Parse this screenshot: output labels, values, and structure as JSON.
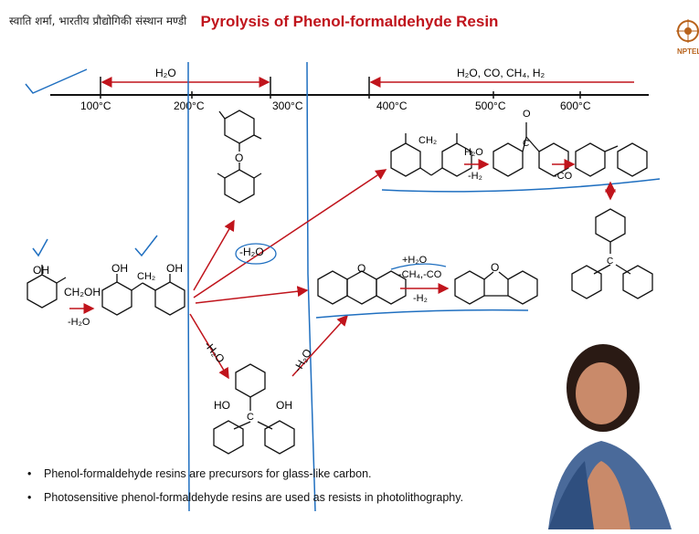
{
  "header": {
    "hindi_text": "स्वाति शर्मा, भारतीय प्रौद्योगिकी संस्थान मण्डी",
    "title": "Pyrolysis of Phenol-formaldehyde Resin",
    "logo_text": "NPTEL"
  },
  "temperature_axis": {
    "ticks": [
      "100°C",
      "200°C",
      "300°C",
      "400°C",
      "500°C",
      "600°C"
    ],
    "range1_label": "H₂O",
    "range2_label": "H₂O, CO, CH₄, H₂"
  },
  "molecules": {
    "phenol_oh": "OH",
    "ch2oh": "CH₂OH",
    "minus_h2o": "-H₂O",
    "dimer_oh_left": "OH",
    "dimer_oh_right": "OH",
    "dimer_ch2": "CH₂",
    "ether_o": "O",
    "path_minus_h2o": "-H₂O",
    "lower_minus_h2o": "-H₂O",
    "lower_minus_h2o_2": "-H₂O",
    "triarylmethane_ho": "HO",
    "triarylmethane_oh": "OH",
    "triarylmethane_c": "C",
    "xanthene_o": "O",
    "xanthene_step_1": "+H₂O",
    "xanthene_step_2": "-CH₄,-CO",
    "xanthene_step_3": "-H₂",
    "furan_o": "O",
    "top_ch2": "CH₂",
    "top_step_h2o": "H₂O",
    "top_step_h2": "-H₂",
    "ketone_o": "O",
    "ketone_c": "C",
    "minus_co": "-CO",
    "right_c": "C"
  },
  "bullets": [
    "Phenol-formaldehyde resins are precursors for glass-like carbon.",
    "Photosensitive phenol-formaldehyde resins are used as resists in photolithography."
  ],
  "colors": {
    "title": "#c0141c",
    "arrow": "#c0141c",
    "annotation": "#1f6fc0"
  }
}
